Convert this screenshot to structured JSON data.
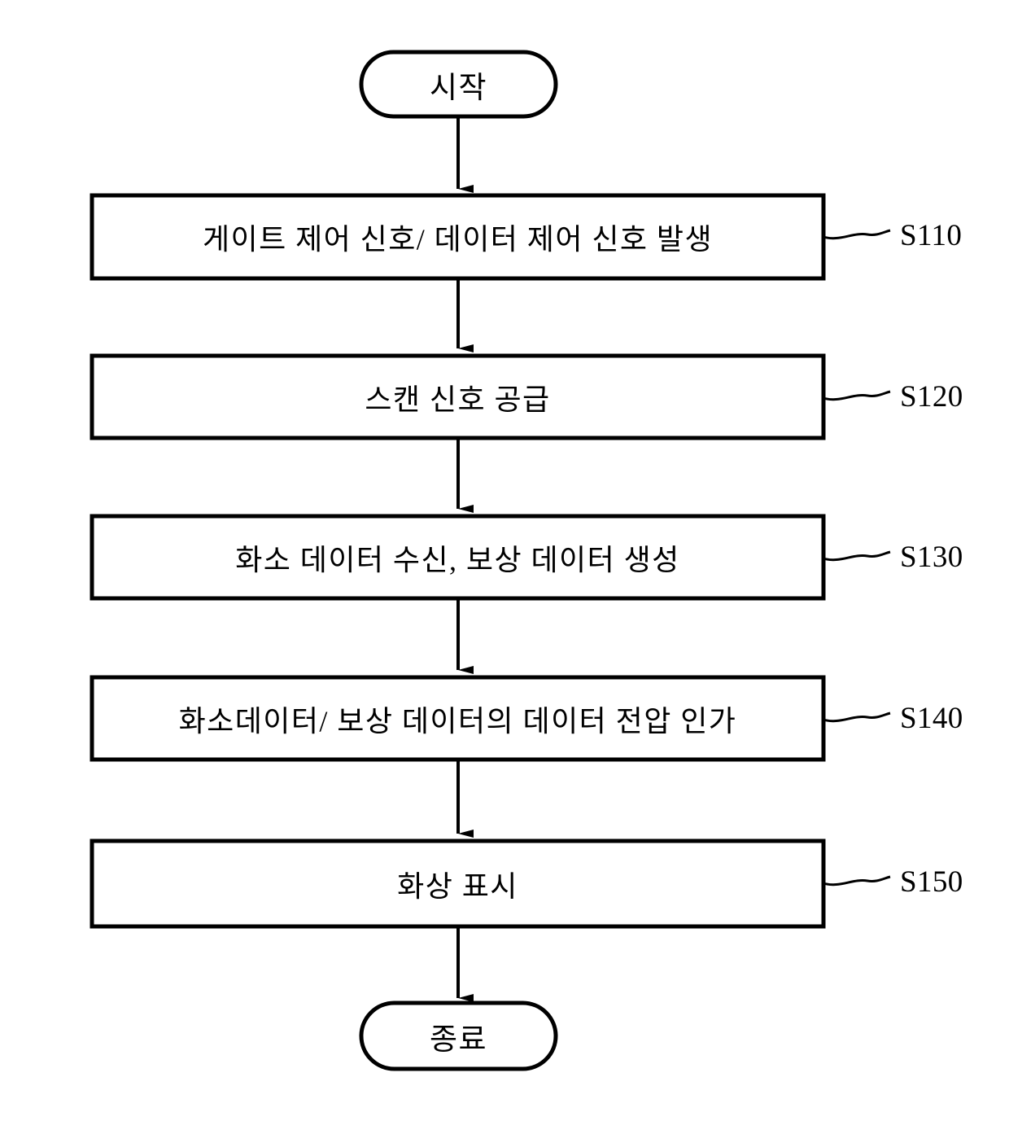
{
  "diagram": {
    "type": "flowchart",
    "title": "",
    "language": "ko",
    "start_node": {
      "label": "시작",
      "shape": "stadium"
    },
    "end_node": {
      "label": "종료",
      "shape": "stadium"
    },
    "steps": [
      {
        "label": "게이트 제어 신호/ 데이터 제어 신호 발생",
        "ref": "S110"
      },
      {
        "label": "스캔 신호 공급",
        "ref": "S120"
      },
      {
        "label": "화소 데이터 수신, 보상 데이터 생성",
        "ref": "S130"
      },
      {
        "label": "화소데이터/ 보상 데이터의 데이터 전압 인가",
        "ref": "S140"
      },
      {
        "label": "화상 표시",
        "ref": "S150"
      }
    ],
    "colors": {
      "stroke": "#000000",
      "fill": "#ffffff",
      "text": "#000000"
    }
  }
}
